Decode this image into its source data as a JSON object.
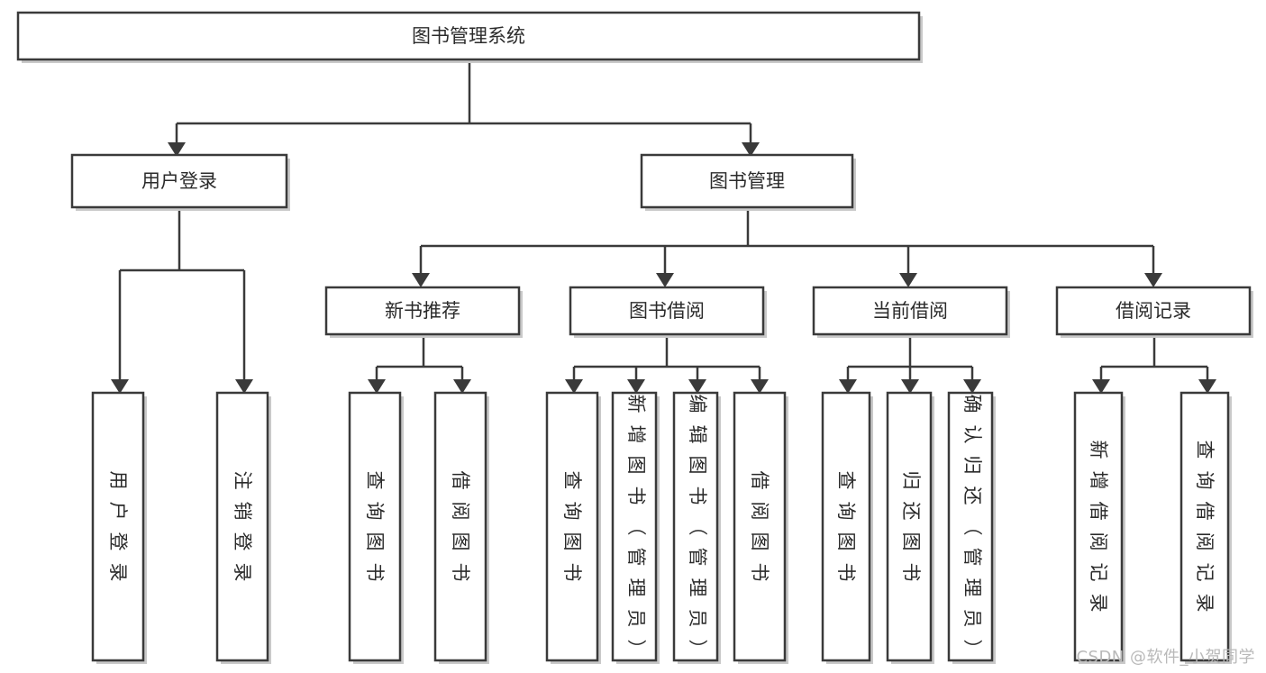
{
  "diagram": {
    "title": "图书管理系统",
    "type": "tree-hierarchy-chart",
    "watermark": "CSDN @软件_小贺同学",
    "colors": {
      "box_stroke": "#3a3a3a",
      "box_fill": "#ffffff",
      "text": "#2b2b2b",
      "shadow": "#c9c9c9",
      "watermark": "#b9b9b9",
      "background": "#ffffff"
    },
    "root": {
      "id": "root",
      "label": "图书管理系统"
    },
    "level2": [
      {
        "id": "user-login",
        "label": "用户登录"
      },
      {
        "id": "book-management",
        "label": "图书管理"
      }
    ],
    "level3": [
      {
        "id": "new-book-recommend",
        "label": "新书推荐",
        "parent": "book-management"
      },
      {
        "id": "book-borrow",
        "label": "图书借阅",
        "parent": "book-management"
      },
      {
        "id": "current-borrow",
        "label": "当前借阅",
        "parent": "book-management"
      },
      {
        "id": "borrow-record",
        "label": "借阅记录",
        "parent": "book-management"
      }
    ],
    "leaves": {
      "user-login": [
        {
          "id": "leaf-user-login",
          "label": "用户登录"
        },
        {
          "id": "leaf-logout-login",
          "label": "注销登录"
        }
      ],
      "new-book-recommend": [
        {
          "id": "leaf-query-book-1",
          "label": "查询图书"
        },
        {
          "id": "leaf-borrow-book-1",
          "label": "借阅图书"
        }
      ],
      "book-borrow": [
        {
          "id": "leaf-query-book-2",
          "label": "查询图书"
        },
        {
          "id": "leaf-add-book",
          "label": "新增图书（管理员）"
        },
        {
          "id": "leaf-edit-book",
          "label": "编辑图书（管理员）"
        },
        {
          "id": "leaf-borrow-book-2",
          "label": "借阅图书"
        }
      ],
      "current-borrow": [
        {
          "id": "leaf-query-book-3",
          "label": "查询图书"
        },
        {
          "id": "leaf-return-book",
          "label": "归还图书"
        },
        {
          "id": "leaf-confirm-return",
          "label": "确认归还（管理员）"
        }
      ],
      "borrow-record": [
        {
          "id": "leaf-add-record",
          "label": "新增借阅记录"
        },
        {
          "id": "leaf-query-record",
          "label": "查询借阅记录"
        }
      ]
    }
  }
}
